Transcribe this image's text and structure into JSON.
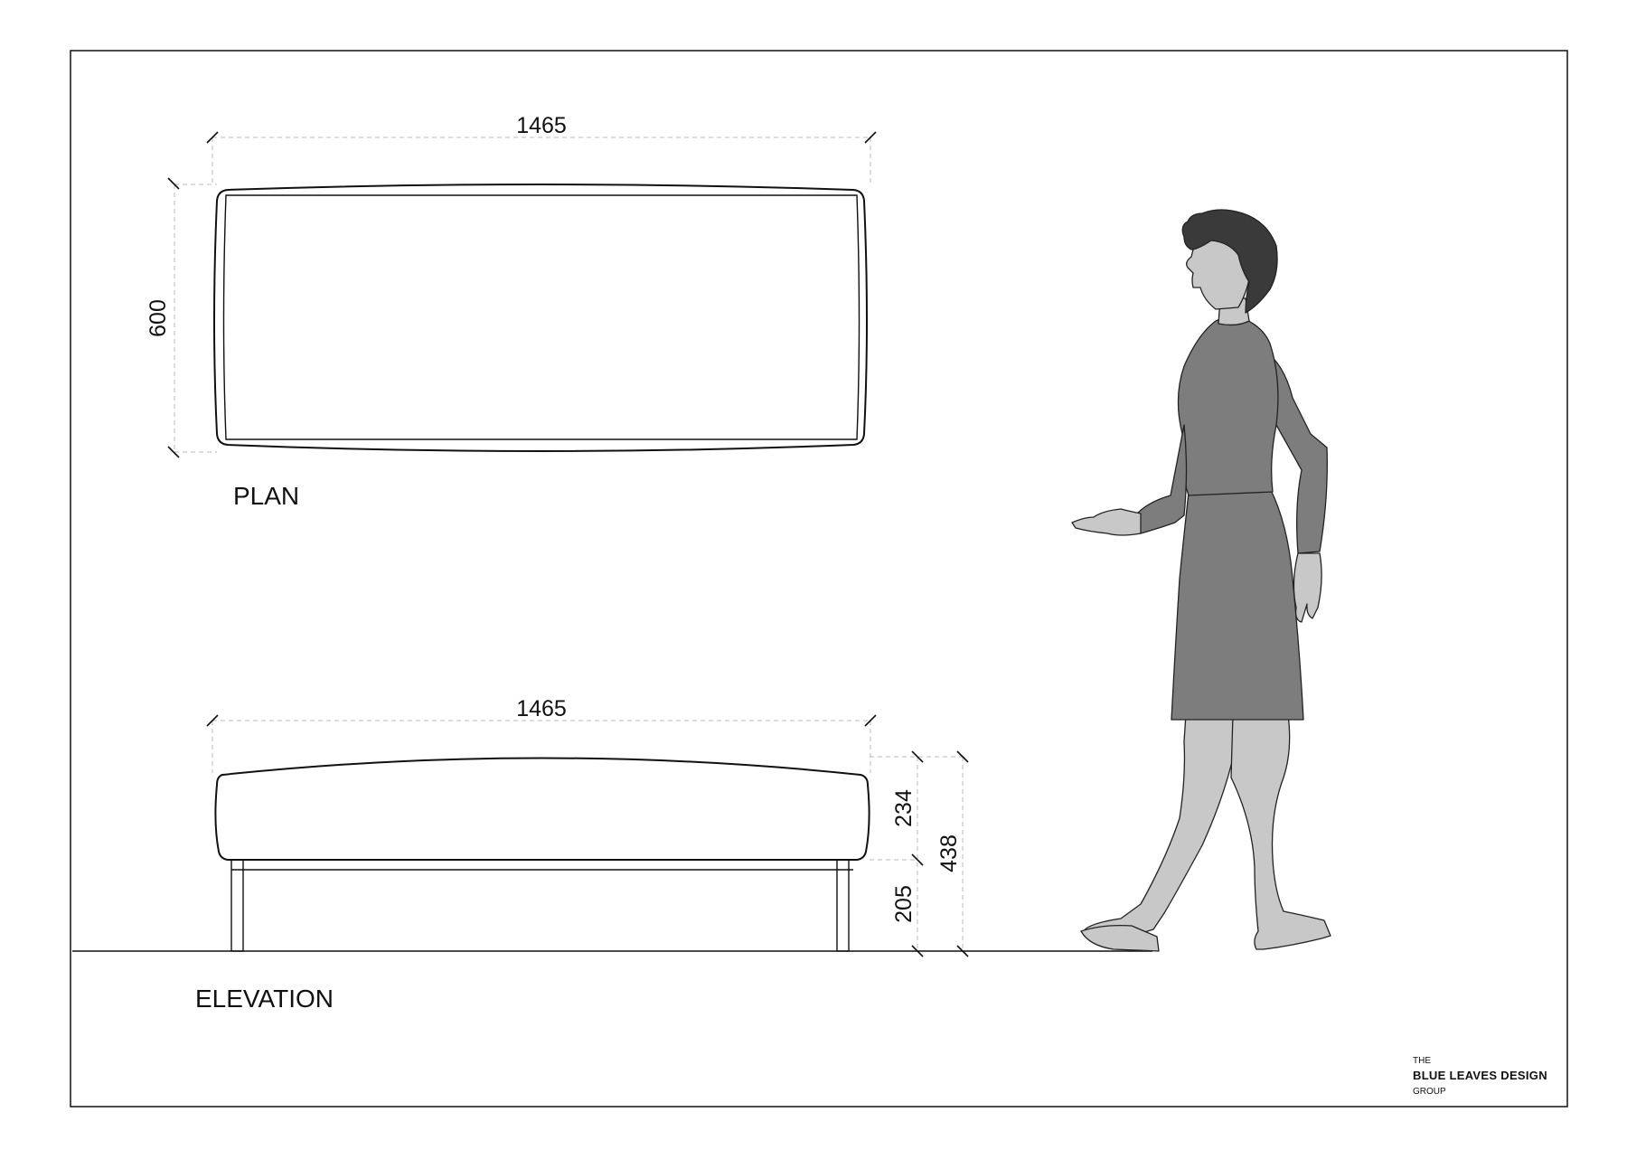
{
  "plan": {
    "title": "PLAN",
    "width_label": "1465",
    "depth_label": "600"
  },
  "elevation": {
    "title": "ELEVATION",
    "width_label": "1465",
    "cushion_height_label": "234",
    "leg_height_label": "205",
    "total_height_label": "438"
  },
  "logo": {
    "line1": "THE",
    "line2": "BLUE LEAVES DESIGN",
    "line3": "GROUP"
  },
  "colors": {
    "line": "#111111",
    "dimension": "#bbbbbb",
    "figure_clothes": "#7d7d7d",
    "figure_skin": "#c8c8c8",
    "figure_hair": "#3a3a3a"
  },
  "icons": {
    "figure": "human-scale-figure-icon"
  }
}
